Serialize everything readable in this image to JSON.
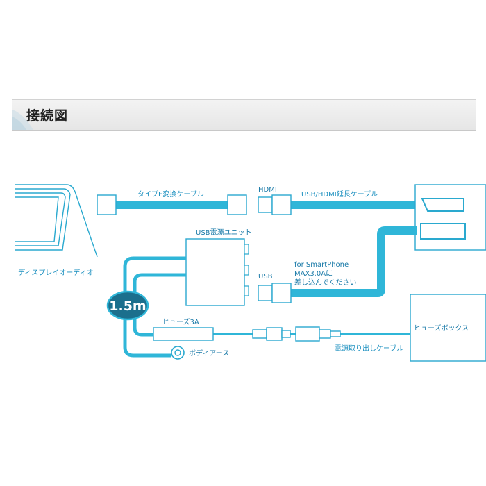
{
  "header": {
    "title": "接続図"
  },
  "labels": {
    "display_audio": "ディスプレイオーディオ",
    "type_e_cable": "タイプE変換ケーブル",
    "hdmi": "HDMI",
    "usb_hdmi_extension": "USB/HDMI延長ケーブル",
    "usb_power_unit": "USB電源ユニット",
    "usb": "USB",
    "smartphone_line1": "for SmartPhone",
    "smartphone_line2": "MAX3.0Aに",
    "smartphone_line3": "差し込んでください",
    "cable_length": "1.5m",
    "fuse": "ヒューズ3A",
    "body_earth": "ボディアース",
    "fuse_box": "ヒューズボックス",
    "power_takeoff_cable": "電源取り出しケーブル"
  },
  "colors": {
    "cable": "#2fb6d8",
    "outline": "#2aa9cf",
    "badge": "#1b6f8d"
  }
}
